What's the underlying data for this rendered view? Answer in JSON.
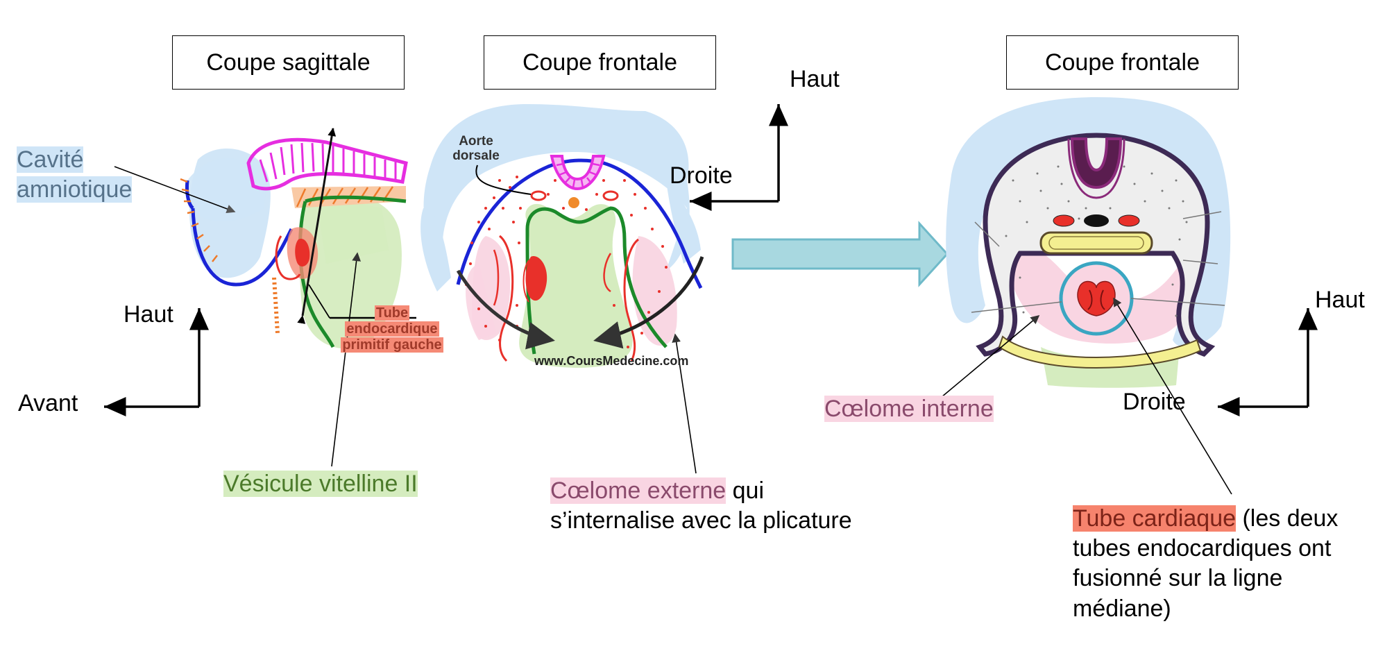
{
  "boxes": {
    "sagittal": "Coupe sagittale",
    "frontal1": "Coupe frontale",
    "frontal2": "Coupe frontale"
  },
  "orientation": {
    "haut1": "Haut",
    "avant": "Avant",
    "haut2": "Haut",
    "droite1": "Droite",
    "haut3": "Haut",
    "droite2": "Droite"
  },
  "labels": {
    "cavite_line1": "Cavité",
    "cavite_line2": "amniotique",
    "vesicule": "Vésicule vitelline II",
    "tube_line1": "Tube",
    "tube_line2": "endocardique",
    "tube_line3": "primitif gauche",
    "aorte_line1": "Aorte",
    "aorte_line2": "dorsale",
    "watermark": "www.CoursMedecine.com",
    "coelome_ext_hl": "Cœlome externe",
    "coelome_ext_rest1": " qui",
    "coelome_ext_line2": "s’internalise avec la plicature",
    "coelome_int": "Cœlome interne",
    "tube_card_hl": "Tube cardiaque",
    "tube_card_rest1": " (les deux",
    "tube_card_line2": "tubes endocardiques ont",
    "tube_card_line3": "fusionné sur la ligne",
    "tube_card_line4": "médiane)"
  },
  "colors": {
    "amnion_blue": "#cfe5f7",
    "vitellus_green": "#d5ecbf",
    "coelome_pink": "#f9d5e2",
    "heart_red": "#e8302a",
    "ectoderm_blue": "#1a24d6",
    "endoderm_green": "#1c8a2a",
    "neural_magenta": "#e62ee0",
    "arrow_teal": "#a8d8e0"
  },
  "icons": [
    "arrow-right-icon",
    "orientation-axis-icon"
  ]
}
